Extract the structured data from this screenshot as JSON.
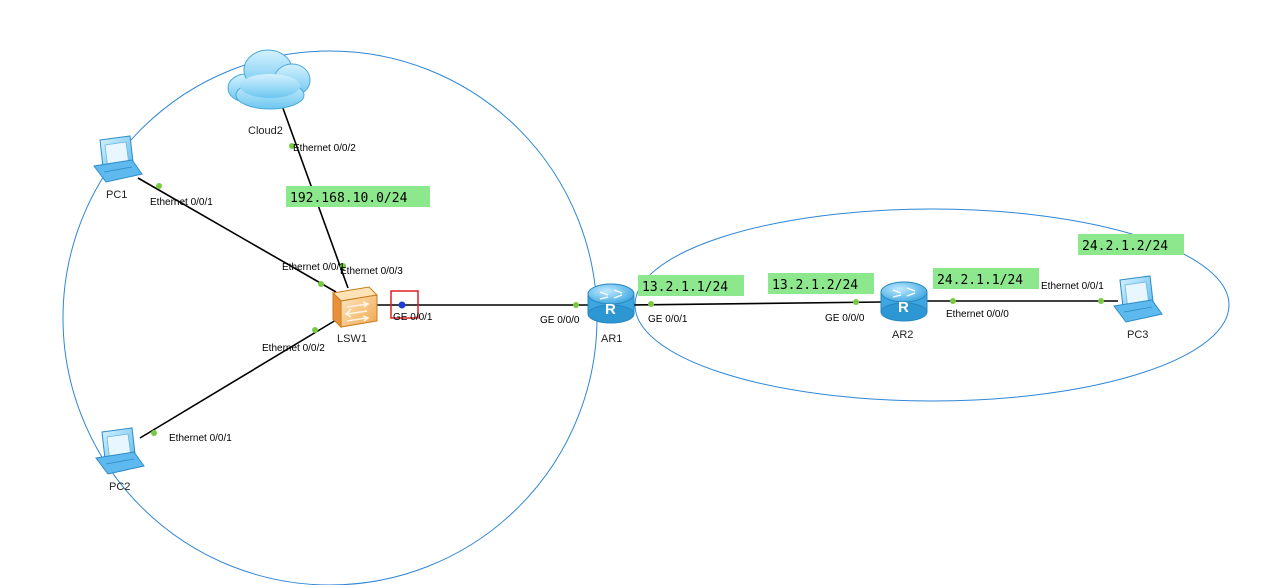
{
  "devices": {
    "cloud2": "Cloud2",
    "pc1": "PC1",
    "pc2": "PC2",
    "pc3": "PC3",
    "lsw1": "LSW1",
    "ar1": "AR1",
    "ar2": "AR2"
  },
  "ports": {
    "cloud2_eth002": "Ethernet 0/0/2",
    "pc1_eth001": "Ethernet 0/0/1",
    "lsw1_eth001": "Ethernet 0/0/1",
    "lsw1_eth003": "Ethernet 0/0/3",
    "lsw1_eth002": "Ethernet 0/0/2",
    "lsw1_ge001": "GE 0/0/1",
    "pc2_eth001": "Ethernet 0/0/1",
    "ar1_ge000": "GE 0/0/0",
    "ar1_ge001": "GE 0/0/1",
    "ar2_ge000": "GE 0/0/0",
    "ar2_eth000": "Ethernet 0/0/0",
    "pc3_eth001": "Ethernet 0/0/1"
  },
  "networks": {
    "lan": "192.168.10.0/24",
    "ar1_ip": "13.2.1.1/24",
    "ar2_ip": "13.2.1.2/24",
    "ar2_eth_ip": "24.2.1.1/24",
    "pc3_ip": "24.2.1.2/24"
  },
  "colors": {
    "ellipse": "#2f86d6",
    "link": "#000000",
    "port_dot": "#7ac943",
    "label_bg": "#8de88d",
    "selection_box": "#e02020"
  }
}
